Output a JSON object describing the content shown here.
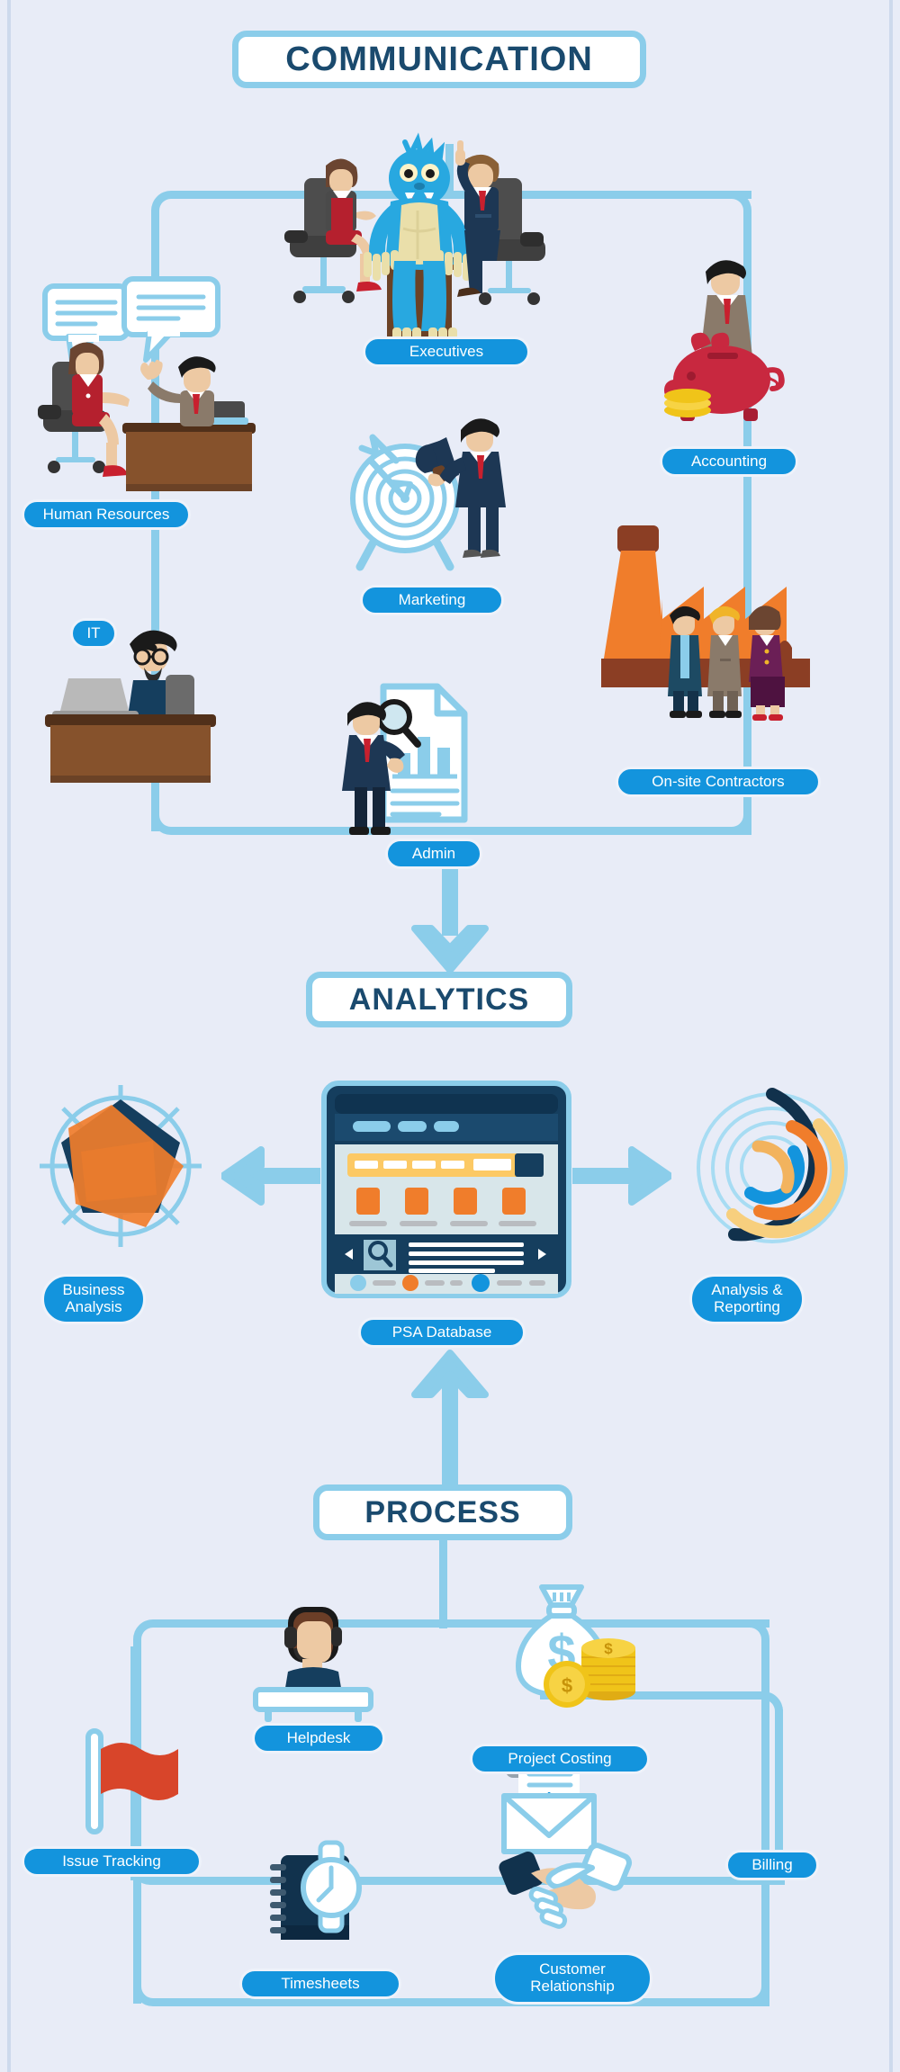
{
  "page": {
    "background_color": "#e8ecf7",
    "accent_blue": "#1394dd",
    "line_blue": "#8bcdea",
    "dark_navy": "#153e5e",
    "orange": "#f07d2b",
    "red": "#c8202e"
  },
  "sections": [
    {
      "id": "communication",
      "title": "COMMUNICATION"
    },
    {
      "id": "analytics",
      "title": "ANALYTICS"
    },
    {
      "id": "process",
      "title": "PROCESS"
    }
  ],
  "communication": {
    "title": "COMMUNICATION",
    "nodes": [
      {
        "id": "executives",
        "label": "Executives",
        "icon": "executives-monster-icon"
      },
      {
        "id": "human-resources",
        "label": "Human Resources",
        "icon": "hr-interview-icon"
      },
      {
        "id": "accounting",
        "label": "Accounting",
        "icon": "piggy-bank-icon"
      },
      {
        "id": "marketing",
        "label": "Marketing",
        "icon": "megaphone-target-icon"
      },
      {
        "id": "it",
        "label": "IT",
        "icon": "it-desk-icon"
      },
      {
        "id": "on-site-contractors",
        "label": "On-site Contractors",
        "icon": "factory-workers-icon"
      },
      {
        "id": "admin",
        "label": "Admin",
        "icon": "admin-report-icon"
      }
    ]
  },
  "analytics": {
    "title": "ANALYTICS",
    "nodes": [
      {
        "id": "business-analysis",
        "label": "Business\nAnalysis",
        "icon": "radar-chart-icon"
      },
      {
        "id": "psa-database",
        "label": "PSA Database",
        "icon": "dashboard-window-icon"
      },
      {
        "id": "analysis-reporting",
        "label": "Analysis &\nReporting",
        "icon": "radial-chart-icon"
      }
    ]
  },
  "process": {
    "title": "PROCESS",
    "nodes": [
      {
        "id": "issue-tracking",
        "label": "Issue Tracking",
        "icon": "flag-icon"
      },
      {
        "id": "helpdesk",
        "label": "Helpdesk",
        "icon": "headset-agent-icon"
      },
      {
        "id": "project-costing",
        "label": "Project Costing",
        "icon": "money-bag-coins-icon"
      },
      {
        "id": "billing",
        "label": "Billing",
        "icon": "invoice-envelope-icon"
      },
      {
        "id": "timesheets",
        "label": "Timesheets",
        "icon": "notebook-clock-icon"
      },
      {
        "id": "customer-relationship",
        "label": "Customer\nRelationship",
        "icon": "handshake-icon"
      }
    ]
  },
  "chart_data": {
    "type": "diagram",
    "title": "PSA workflow infographic",
    "groups": [
      {
        "name": "COMMUNICATION",
        "members": [
          "Executives",
          "Human Resources",
          "Accounting",
          "Marketing",
          "IT",
          "On-site Contractors",
          "Admin"
        ]
      },
      {
        "name": "ANALYTICS",
        "members": [
          "Business Analysis",
          "PSA Database",
          "Analysis & Reporting"
        ]
      },
      {
        "name": "PROCESS",
        "members": [
          "Issue Tracking",
          "Helpdesk",
          "Project Costing",
          "Billing",
          "Timesheets",
          "Customer Relationship"
        ]
      }
    ],
    "flows": [
      {
        "from": "COMMUNICATION",
        "to": "ANALYTICS",
        "direction": "down"
      },
      {
        "from": "PROCESS",
        "to": "ANALYTICS",
        "direction": "up"
      },
      {
        "from": "PSA Database",
        "to": "Business Analysis",
        "direction": "left"
      },
      {
        "from": "PSA Database",
        "to": "Analysis & Reporting",
        "direction": "right"
      }
    ]
  }
}
